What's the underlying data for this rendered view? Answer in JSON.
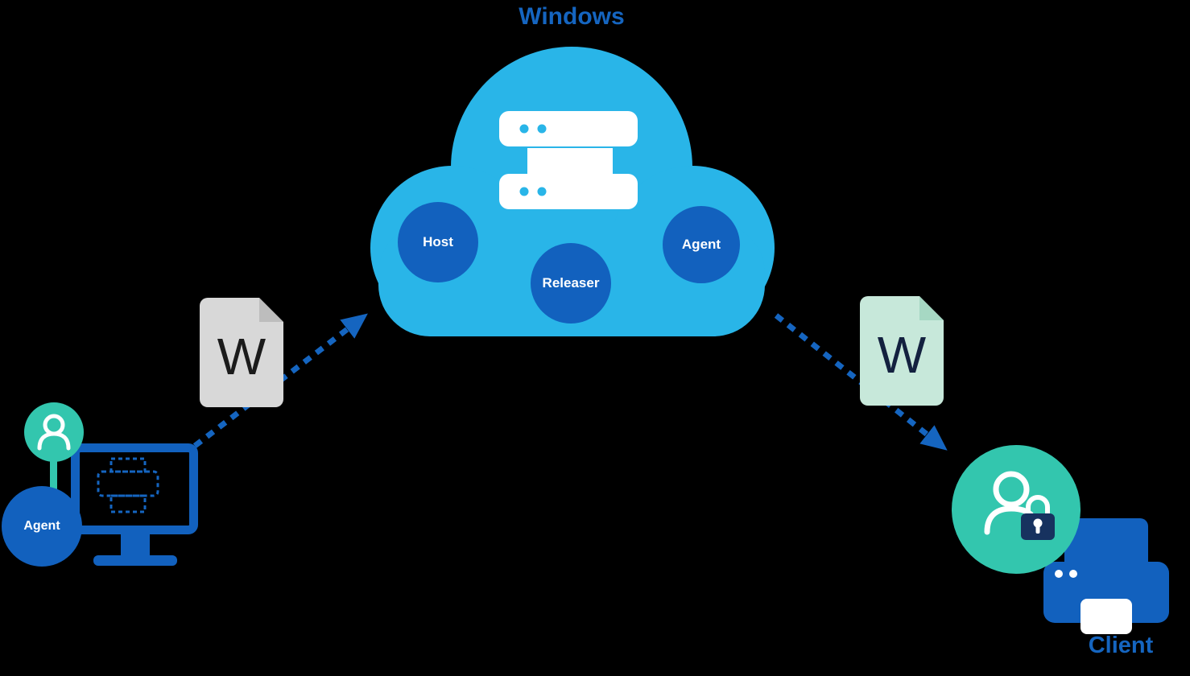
{
  "title": "Windows",
  "cloud": {
    "nodes": {
      "host": "Host",
      "releaser": "Releaser",
      "agent": "Agent"
    }
  },
  "left_workstation": {
    "agent_label": "Agent"
  },
  "client": {
    "label": "Client"
  },
  "documents": {
    "left": {
      "letter": "W"
    },
    "right": {
      "letter": "W"
    }
  },
  "colors": {
    "background": "#000000",
    "cloud_blue": "#29B5E8",
    "node_blue": "#1261BE",
    "accent_blue": "#1565C0",
    "teal": "#33C6AE",
    "doc_gray": "#D8D8D8",
    "doc_green": "#C7E8DA",
    "lock_navy": "#17325F",
    "white": "#FFFFFF"
  }
}
